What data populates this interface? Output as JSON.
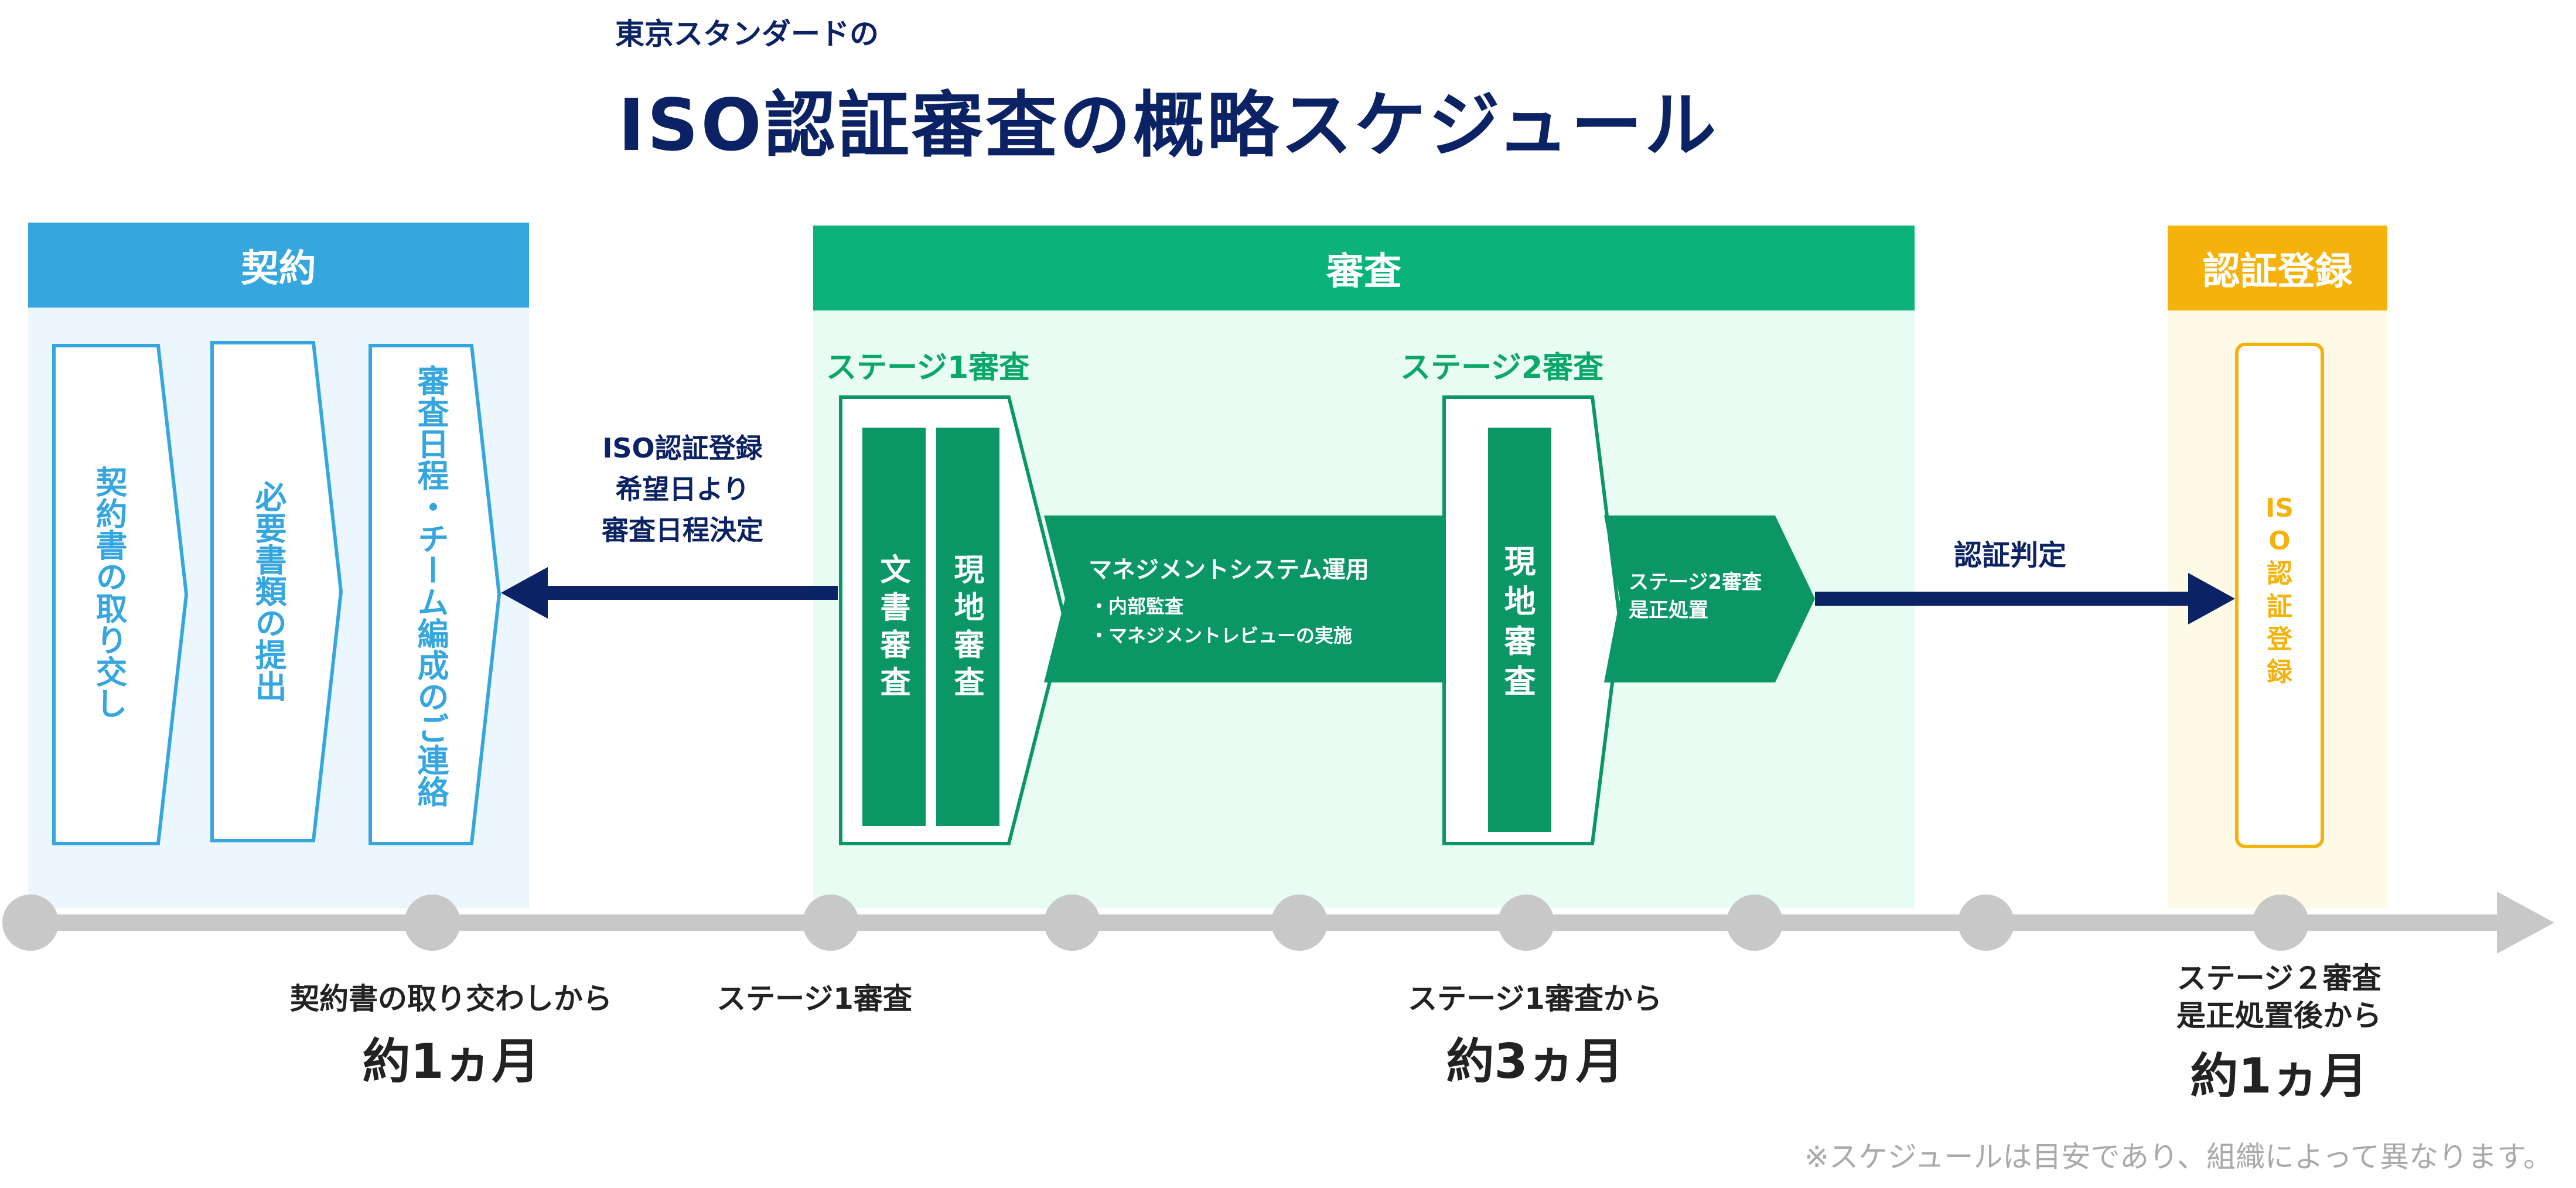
{
  "header": {
    "subtitle": "東京スタンダードの",
    "title": "ISO認証審査の概略スケジュール"
  },
  "colors": {
    "navy": "#0b2265",
    "blue": "#36a6de",
    "blue_bg": "#ebf6fd",
    "green": "#0bb27a",
    "green_dark": "#0a9665",
    "green_bg": "#e8fcf4",
    "gold": "#f5b20b",
    "gold_bg": "#fdfae5",
    "timeline": "#c8c8c8"
  },
  "sections": {
    "contract": {
      "title": "契約",
      "steps": [
        "契約書の取り交し",
        "必要書類の提出",
        "審査日程・チーム編成のご連絡"
      ]
    },
    "audit": {
      "title": "審査",
      "stage1": {
        "label": "ステージ1審査",
        "boxes": [
          "文書審査",
          "現地審査"
        ]
      },
      "management": {
        "title": "マネジメントシステム運用",
        "items": [
          "・内部監査",
          "・マネジメントレビューの実施"
        ]
      },
      "stage2": {
        "label": "ステージ2審査",
        "box": "現地審査"
      },
      "correction": [
        "ステージ2審査",
        "是正処置"
      ]
    },
    "registration": {
      "title": "認証登録",
      "box": "ISO認証登録"
    }
  },
  "arrows": {
    "left_note": [
      "ISO認証登録",
      "希望日より",
      "審査日程決定"
    ],
    "right_note": "認証判定"
  },
  "timeline": {
    "labels": [
      {
        "sub": "契約書の取り交わしから",
        "main": "約1ヵ月"
      },
      {
        "sub": "ステージ1審査",
        "main": ""
      },
      {
        "sub": "ステージ1審査から",
        "main": "約3ヵ月"
      },
      {
        "sub": "ステージ２審査",
        "sub2": "是正処置後から",
        "main": "約1ヵ月"
      }
    ]
  },
  "footnote": "※スケジュールは目安であり、組織によって異なります。"
}
